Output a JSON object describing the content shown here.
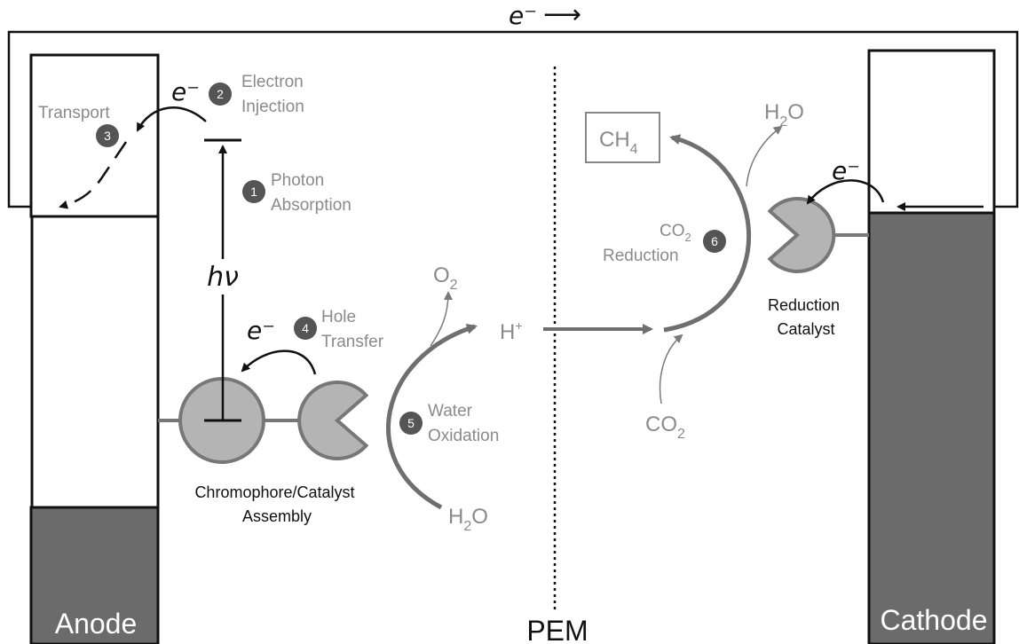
{
  "colors": {
    "electrode": "#6b6b6b",
    "catalyst": "#b4b4b4",
    "label_gray": "#8a8a8a",
    "line": "#111111"
  },
  "wire": {
    "electron_label": "e⁻",
    "arrow_glyph": "⟶"
  },
  "anode": {
    "label": "Anode"
  },
  "cathode": {
    "label": "Cathode"
  },
  "pem": {
    "label": "PEM"
  },
  "steps": [
    {
      "num": "1",
      "line1": "Photon",
      "line2": "Absorption"
    },
    {
      "num": "2",
      "line1": "Electron",
      "line2": "Injection"
    },
    {
      "num": "3",
      "line1": "Transport"
    },
    {
      "num": "4",
      "line1": "Hole",
      "line2": "Transfer"
    },
    {
      "num": "5",
      "line1": "Water",
      "line2": "Oxidation"
    },
    {
      "num": "6",
      "line1": "CO",
      "line1_sub": "2",
      "line2": "Reduction"
    }
  ],
  "electron_labels": {
    "injection": "e⁻",
    "hole": "e⁻",
    "cathode": "e⁻"
  },
  "photon": {
    "label": "hν"
  },
  "assembly": {
    "line1": "Chromophore/Catalyst",
    "line2": "Assembly"
  },
  "reduction_catalyst": {
    "line1": "Reduction",
    "line2": "Catalyst"
  },
  "species": {
    "o2": {
      "main": "O",
      "sub": "2"
    },
    "h2o_anode": {
      "main": "H",
      "sub": "2",
      "tail": "O"
    },
    "h_plus": {
      "main": "H",
      "sup": "+"
    },
    "co2": {
      "main": "CO",
      "sub": "2"
    },
    "ch4": {
      "main": "CH",
      "sub": "4"
    },
    "h2o_cathode": {
      "main": "H",
      "sub": "2",
      "tail": "O"
    }
  }
}
